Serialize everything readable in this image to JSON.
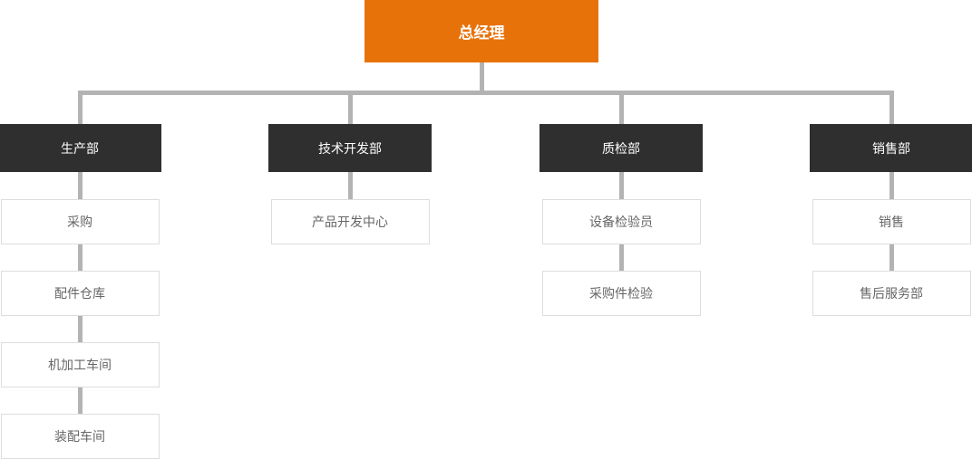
{
  "colors": {
    "root_bg": "#E8720A",
    "root_text": "#FFFFFF",
    "dept_bg": "#2F2F2F",
    "dept_text": "#FFFFFF",
    "connector": "#B3B3B3",
    "child_bg": "#FFFFFF",
    "child_border": "#DDDDDD",
    "child_text": "#666666",
    "canvas_bg": "#FFFFFF"
  },
  "org_chart": {
    "type": "org-tree",
    "root": {
      "label": "总经理"
    },
    "departments": [
      {
        "label": "生产部",
        "children": [
          {
            "label": "采购"
          },
          {
            "label": "配件仓库"
          },
          {
            "label": "机加工车间"
          },
          {
            "label": "装配车间"
          }
        ]
      },
      {
        "label": "技术开发部",
        "children": [
          {
            "label": "产品开发中心"
          }
        ]
      },
      {
        "label": "质检部",
        "children": [
          {
            "label": "设备检验员"
          },
          {
            "label": "采购件检验"
          }
        ]
      },
      {
        "label": "销售部",
        "children": [
          {
            "label": "销售"
          },
          {
            "label": "售后服务部"
          }
        ]
      }
    ]
  }
}
